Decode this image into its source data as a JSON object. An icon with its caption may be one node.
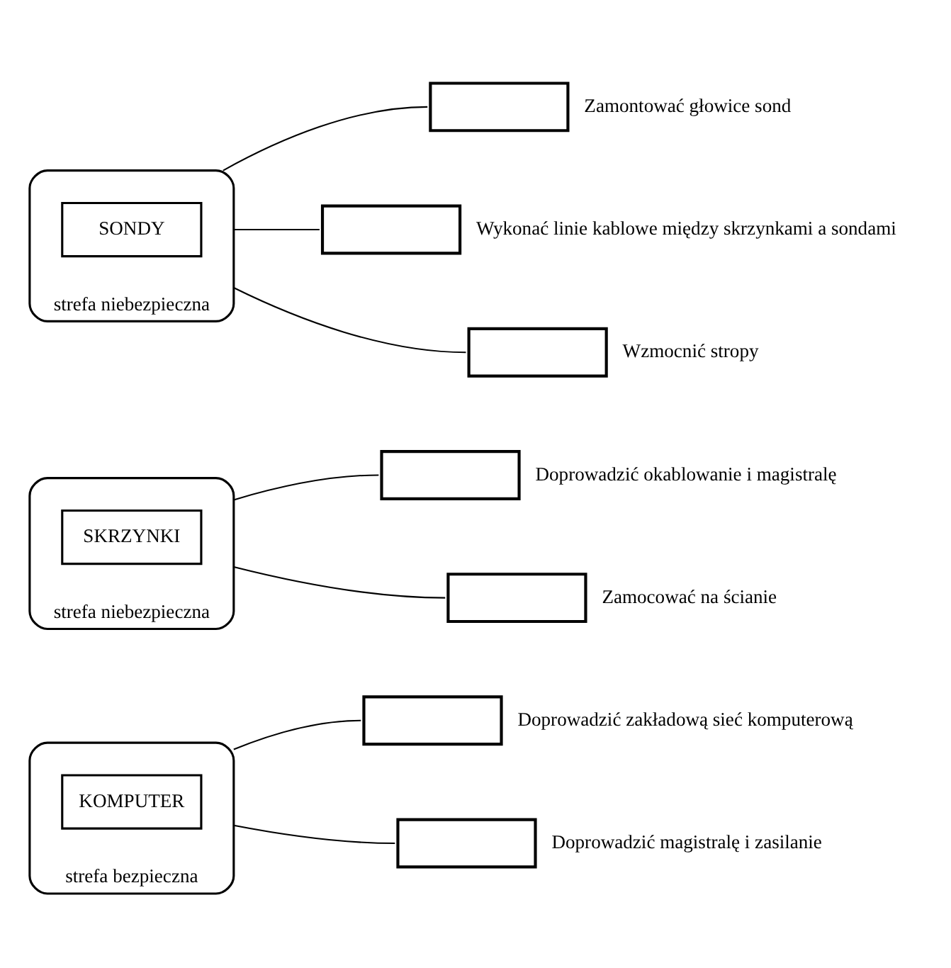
{
  "diagram": {
    "nodes": [
      {
        "text": [
          "strefa niebezpieczna"
        ]
      },
      {
        "text": [
          "SONDY"
        ],
        "in": 0
      },
      {
        "text": [],
        "shape": "box",
        "beside": [
          "Wzmocnić stropy"
        ]
      },
      {
        "text": [],
        "shape": "box",
        "beside": [
          "Wykonać linie kablowe między skrzynkami a sondami"
        ]
      },
      {
        "text": [],
        "shape": "box",
        "beside": [
          "Zamontować głowice sond"
        ]
      },
      {
        "text": [
          "strefa niebezpieczna"
        ]
      },
      {
        "text": [
          "SKRZYNKI"
        ],
        "in": 5
      },
      {
        "text": [],
        "shape": "box",
        "beside": [
          "Zamocować na ścianie"
        ]
      },
      {
        "text": [],
        "shape": "box",
        "beside": [
          "Doprowadzić okablowanie i magistralę"
        ]
      },
      {
        "text": [
          "strefa bezpieczna"
        ]
      },
      {
        "text": [
          "KOMPUTER"
        ],
        "in": 9
      },
      {
        "text": [],
        "shape": "box",
        "beside": [
          "Doprowadzić magistralę i zasilanie"
        ]
      },
      {
        "text": [],
        "shape": "box",
        "beside": [
          "Doprowadzić zakładową sieć komputerową"
        ]
      }
    ],
    "edges": [
      {
        "from": 0,
        "to": 2,
        "arrow": "none"
      },
      {
        "from": 0,
        "to": 3,
        "arrow": "none"
      },
      {
        "from": 0,
        "to": 4,
        "arrow": "none"
      },
      {
        "from": 5,
        "to": 7,
        "arrow": "none"
      },
      {
        "from": 5,
        "to": 8,
        "arrow": "none"
      },
      {
        "from": 9,
        "to": 11,
        "arrow": "none"
      },
      {
        "from": 9,
        "to": 12,
        "arrow": "none"
      }
    ]
  }
}
